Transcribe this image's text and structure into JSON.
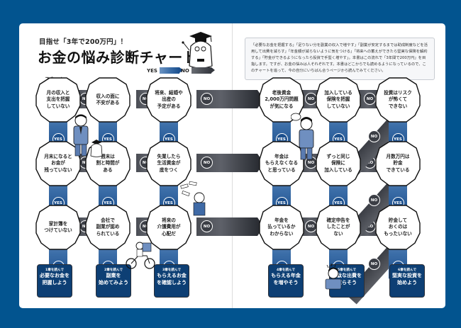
{
  "header": {
    "subtitle": "目指せ「3年で200万円」！",
    "title": "お金の悩み診断チャート"
  },
  "legend": {
    "yes_label": "YES",
    "no_label": "NO",
    "yes_color": "#1b4f8d",
    "no_color": "#3b3e45"
  },
  "start_label": "スタート",
  "intro_text": "「必要なお金を把握する」「足りない分を副業の収入で増やす」「副業が安定するまでは助成制度などを活用して出費を減らす」「年金額が減らないように気をつける」「将来への蓄えができたら堅実な保険を解約する」「貯金ができるようになったら投資で手堅く増やす」。本書はこの流れで「3年間で200万円」を目指します。ですが、お金の悩みは人それぞれです。本書はどこからでも読めるようになっているので、このチャートを追って、今の自分にいちばん合うページから読んでみてください。",
  "colors": {
    "background": "#02548f",
    "page": "#ffffff",
    "yes_blue": "#1b4f8d",
    "no_gray": "#3b3e45",
    "result_box": "#0d3f74"
  },
  "badges": {
    "yes": "YES",
    "no": "NO"
  },
  "questions": [
    {
      "id": "q1",
      "text": "月の収入と\n支出を把握\nしていない"
    },
    {
      "id": "q2",
      "text": "収入の面に\n不安がある"
    },
    {
      "id": "q3",
      "text": "将来、結婚や\n出産の\n予定がある"
    },
    {
      "id": "q4",
      "text": "月末になると\nお金が\n残っていない"
    },
    {
      "id": "q5",
      "text": "週末は\n割と時間が\nある"
    },
    {
      "id": "q6",
      "text": "失業したら\n生活資金が\n底をつく"
    },
    {
      "id": "q7",
      "text": "家計簿を\nつけていない"
    },
    {
      "id": "q8",
      "text": "会社で\n副業が認め\nられている"
    },
    {
      "id": "q9",
      "text": "将来の\n介護費用が\n心配だ"
    },
    {
      "id": "q10",
      "text": "老後資金\n2,000万円問題\nが気になる"
    },
    {
      "id": "q11",
      "text": "加入している\n保険を把握\nしていない"
    },
    {
      "id": "q12",
      "text": "投資はリスク\nが怖くて\nできない"
    },
    {
      "id": "q13",
      "text": "年金は\nもらえなくなる\nと思っている"
    },
    {
      "id": "q14",
      "text": "ずっと同じ\n保険に\n加入している"
    },
    {
      "id": "q15",
      "text": "月数万円は\n貯金\nできている"
    },
    {
      "id": "q16",
      "text": "年金を\n払っているか\nわからない"
    },
    {
      "id": "q17",
      "text": "確定申告を\nしたことが\nない"
    },
    {
      "id": "q18",
      "text": "貯金して\nおくのは\nもったいない"
    }
  ],
  "results": [
    {
      "chapter": "1章を読んで",
      "text": "必要なお金を\n把握しよう"
    },
    {
      "chapter": "2章を読んで",
      "text": "副業を\n始めてみよう"
    },
    {
      "chapter": "3章を読んで",
      "text": "もらえるお金\nを確認しよう"
    },
    {
      "chapter": "4章を読んで",
      "text": "もらえる年金\nを増やそう"
    },
    {
      "chapter": "5章を読んで",
      "text": "無駄な出費を\n減らそう"
    },
    {
      "chapter": "6章を読んで",
      "text": "堅実な投資を\n始めよう"
    }
  ]
}
